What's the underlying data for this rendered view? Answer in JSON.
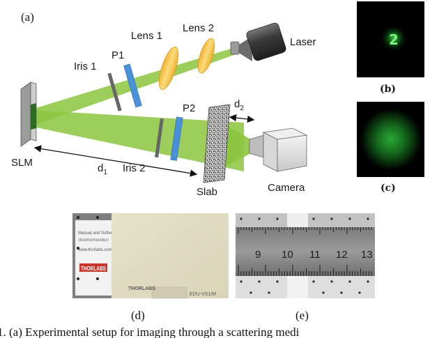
{
  "panels": {
    "a": "(a)",
    "b": "(b)",
    "c": "(c)",
    "d": "(d)",
    "e": "(e)"
  },
  "components": {
    "laser": "Laser",
    "lens1": "Lens 1",
    "lens2": "Lens 2",
    "p1": "P1",
    "p2": "P2",
    "iris1": "Iris 1",
    "iris2": "Iris 2",
    "slm": "SLM",
    "slab": "Slab",
    "camera": "Camera"
  },
  "distances": {
    "d1_base": "d",
    "d1_sub": "1",
    "d2_base": "d",
    "d2_sub": "2"
  },
  "speckle_image_b": {
    "glyph": "2"
  },
  "photo_d": {
    "brand": "THORLABS",
    "model": "EDU-VS1/M",
    "note_title": "Manual and Software",
    "note_text": "To obtain an electronic copy of the manual and software, go to:",
    "note_url": "www.thorlabs.com"
  },
  "photo_e": {
    "ruler_numbers": [
      "9",
      "10",
      "11",
      "12",
      "13"
    ]
  },
  "caption": {
    "text": "1. (a) Experimental setup for imaging through a scattering medi"
  },
  "colors": {
    "beam": "#8cc63f",
    "lens": "#f5c342",
    "polarizer": "#4a90d9",
    "iris": "#666666",
    "laser_body": "#3a3a3a",
    "camera": "#d9d9d9",
    "speckle_glow": "#2db33a"
  }
}
